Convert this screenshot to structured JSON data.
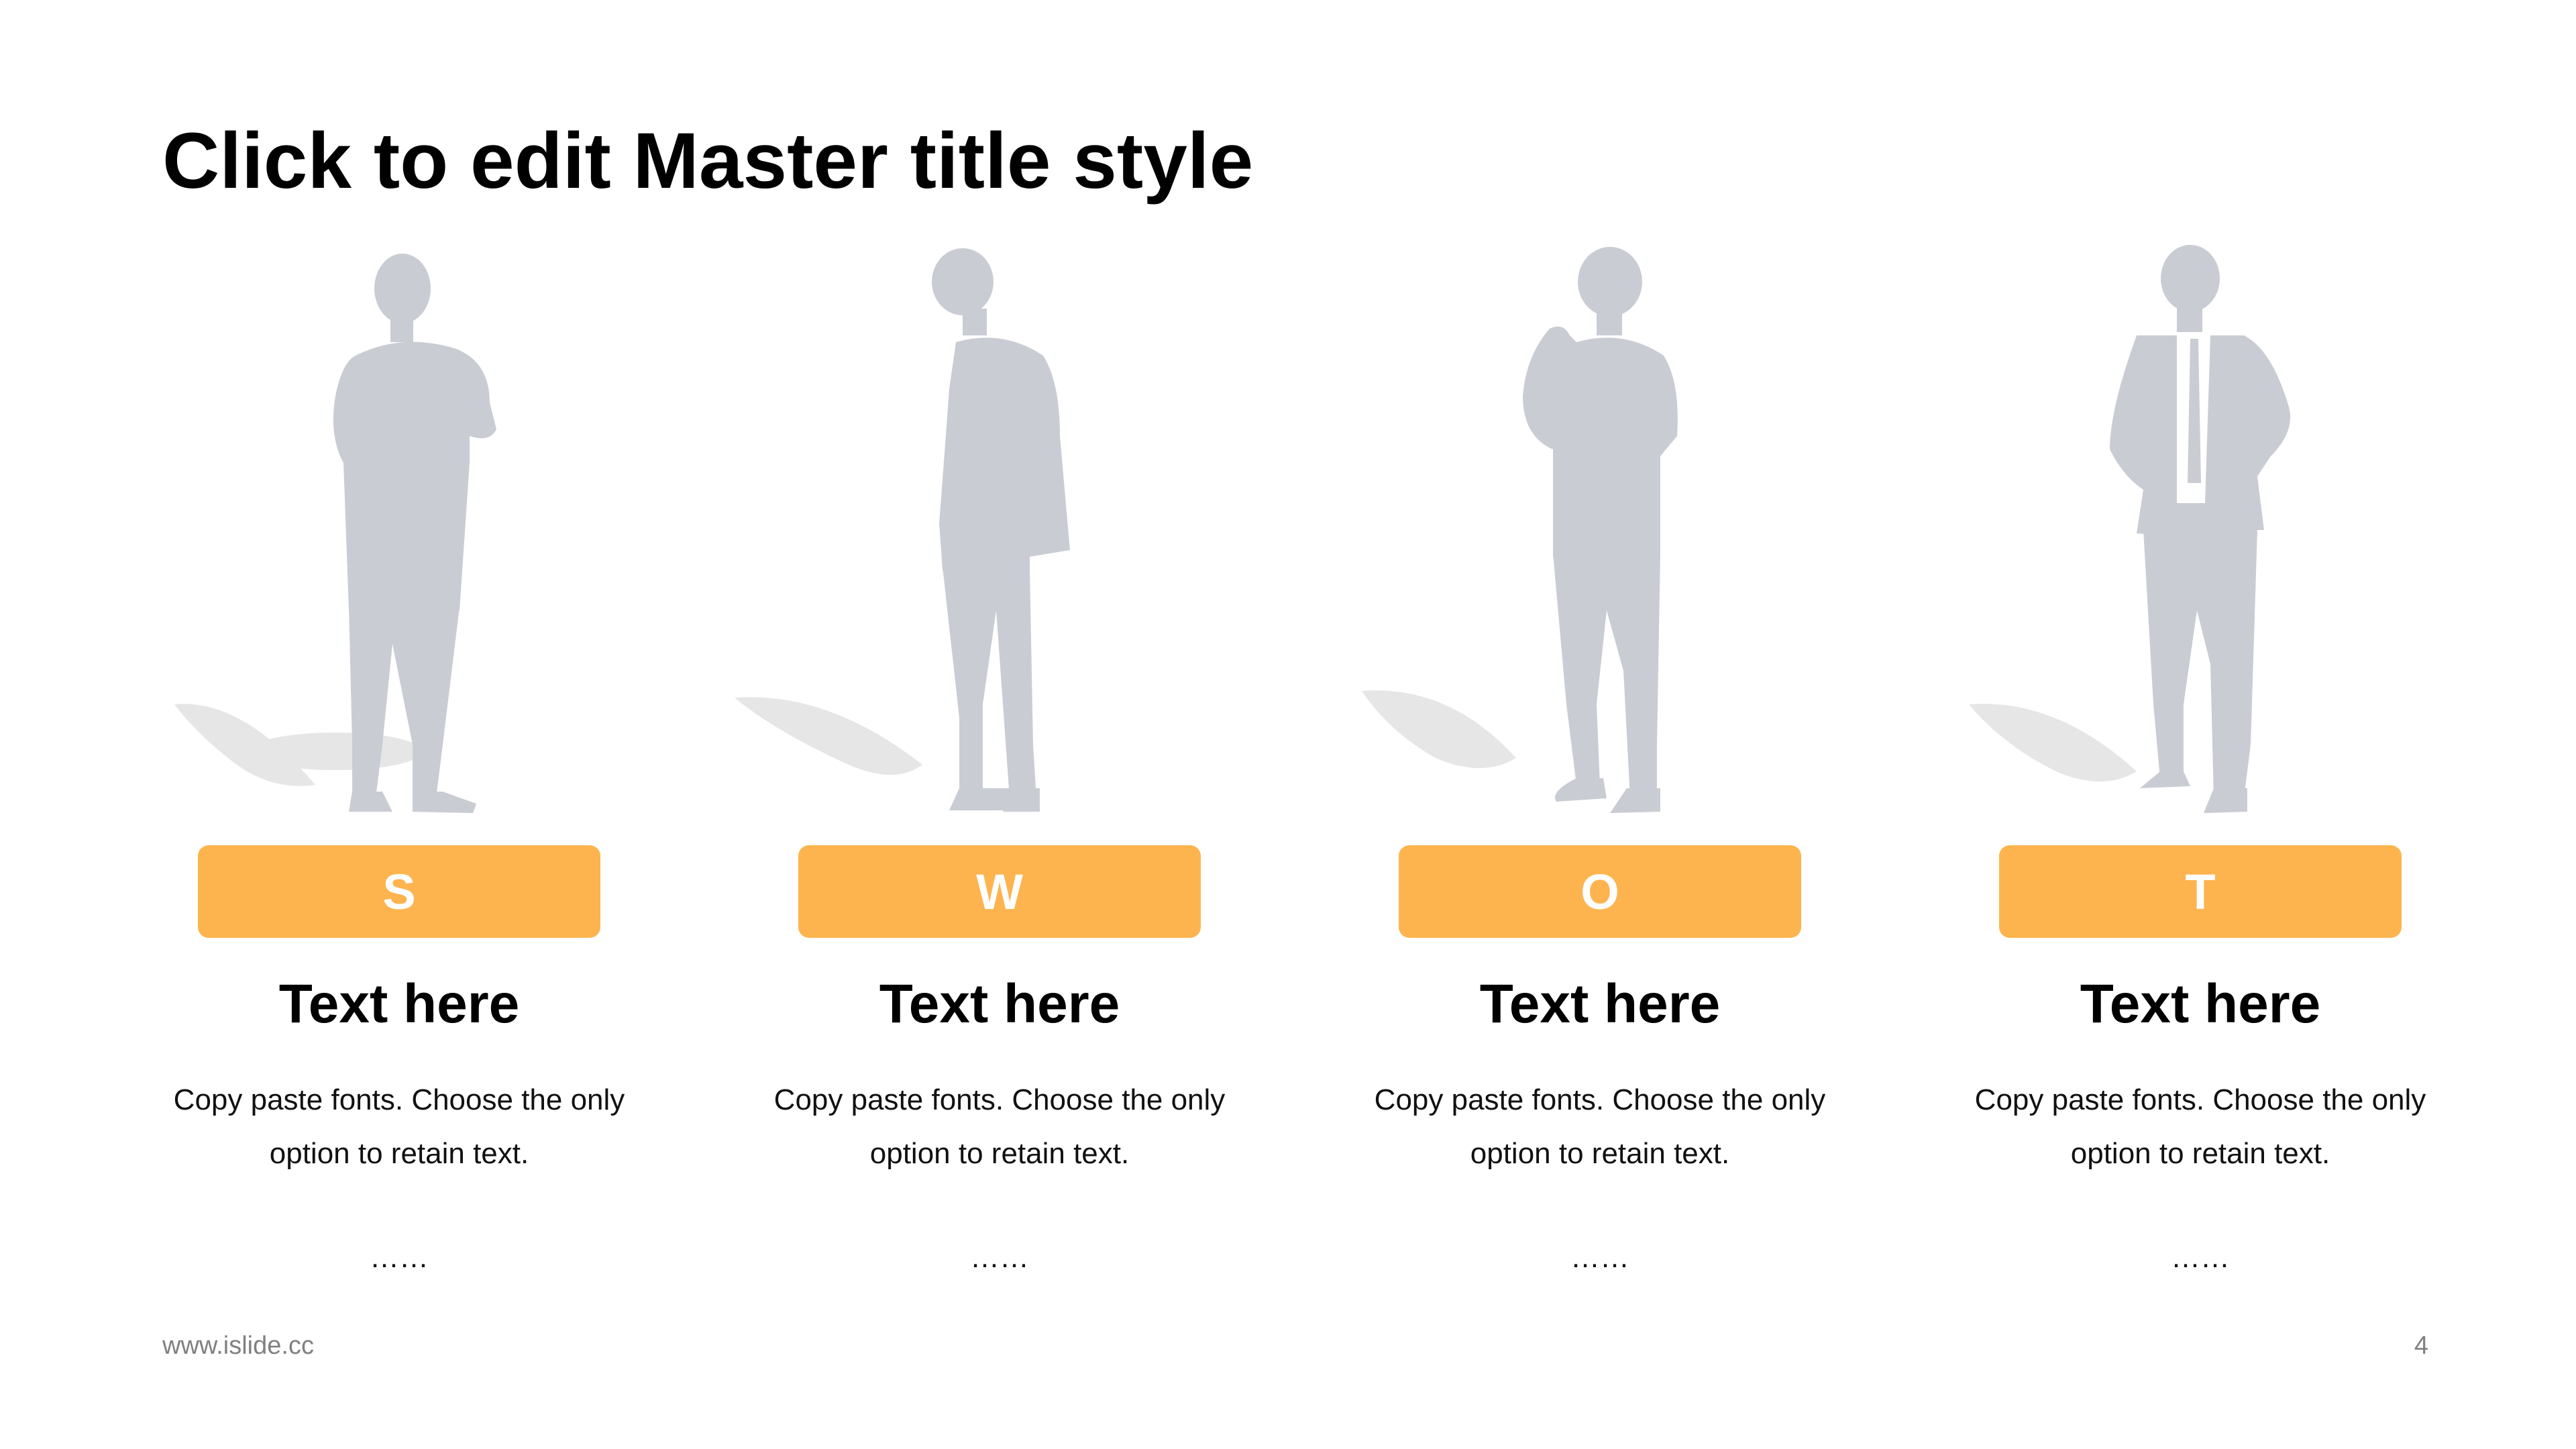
{
  "slide": {
    "title": "Click to edit Master title style",
    "footer_url": "www.islide.cc",
    "page_number": "4"
  },
  "colors": {
    "accent": "#fdb44f",
    "silhouette": "#c9cdd3",
    "shadow": "#e3e3e3"
  },
  "columns": [
    {
      "letter": "S",
      "heading": "Text here",
      "body": "Copy paste fonts. Choose the only option to retain text.",
      "ellipsis": "……",
      "figure_icon": "businessman-arms-crossed-icon"
    },
    {
      "letter": "W",
      "heading": "Text here",
      "body": "Copy paste fonts. Choose the only option to retain text.",
      "ellipsis": "……",
      "figure_icon": "businessman-head-down-icon"
    },
    {
      "letter": "O",
      "heading": "Text here",
      "body": "Copy paste fonts. Choose the only option to retain text.",
      "ellipsis": "……",
      "figure_icon": "businessman-thinking-icon"
    },
    {
      "letter": "T",
      "heading": "Text here",
      "body": "Copy paste fonts. Choose the only option to retain text.",
      "ellipsis": "……",
      "figure_icon": "businessman-hands-on-hips-icon"
    }
  ]
}
